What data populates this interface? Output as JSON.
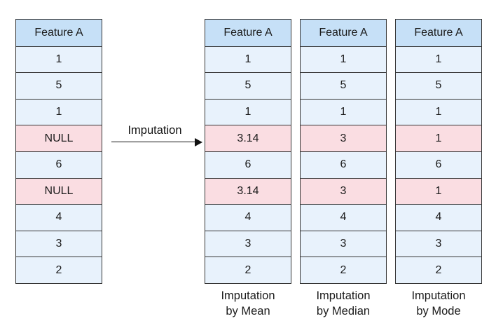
{
  "diagram": {
    "arrow": {
      "label": "Imputation"
    },
    "colors": {
      "header_fill": "#c6e0f7",
      "cell_fill": "#e8f2fc",
      "highlight_fill": "#fadde2",
      "border": "#353535",
      "text": "#1b1b1b",
      "arrow": "#111111"
    },
    "source_table": {
      "header": "Feature A",
      "rows": [
        "1",
        "5",
        "1",
        "NULL",
        "6",
        "NULL",
        "4",
        "3",
        "2"
      ],
      "highlighted_row_indexes": [
        3,
        5
      ]
    },
    "result_tables": [
      {
        "header": "Feature A",
        "rows": [
          "1",
          "5",
          "1",
          "3.14",
          "6",
          "3.14",
          "4",
          "3",
          "2"
        ],
        "highlighted_row_indexes": [
          3,
          5
        ],
        "caption_lines": [
          "Imputation",
          "by Mean"
        ]
      },
      {
        "header": "Feature A",
        "rows": [
          "1",
          "5",
          "1",
          "3",
          "6",
          "3",
          "4",
          "3",
          "2"
        ],
        "highlighted_row_indexes": [
          3,
          5
        ],
        "caption_lines": [
          "Imputation",
          "by Median"
        ]
      },
      {
        "header": "Feature A",
        "rows": [
          "1",
          "5",
          "1",
          "1",
          "6",
          "1",
          "4",
          "3",
          "2"
        ],
        "highlighted_row_indexes": [
          3,
          5
        ],
        "caption_lines": [
          "Imputation",
          "by Mode"
        ]
      }
    ]
  }
}
